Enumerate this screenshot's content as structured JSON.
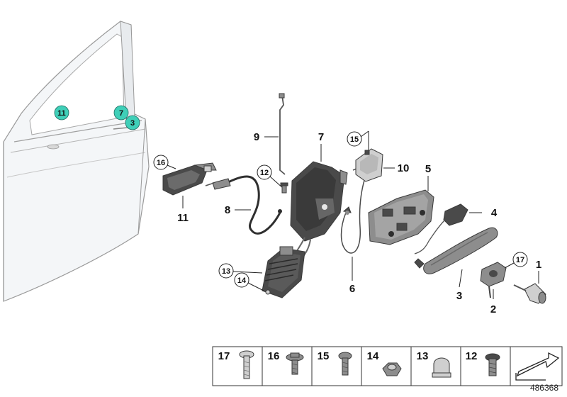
{
  "labels": {
    "door_11": "11",
    "door_7": "7",
    "door_3": "3",
    "part_16": "16",
    "part_11": "11",
    "part_12": "12",
    "part_8": "8",
    "part_9": "9",
    "part_7": "7",
    "part_15": "15",
    "part_10": "10",
    "part_5": "5",
    "part_4": "4",
    "part_13": "13",
    "part_14": "14",
    "part_6": "6",
    "part_17": "17",
    "part_1": "1",
    "part_3": "3",
    "part_2": "2"
  },
  "legend": [
    {
      "num": "17",
      "icon": "long-screw-icon"
    },
    {
      "num": "16",
      "icon": "flange-screw-icon"
    },
    {
      "num": "15",
      "icon": "short-screw-icon"
    },
    {
      "num": "14",
      "icon": "hex-nut-icon"
    },
    {
      "num": "13",
      "icon": "cap-nut-icon"
    },
    {
      "num": "12",
      "icon": "torx-screw-icon"
    }
  ],
  "doc_id": "486368",
  "colors": {
    "highlight_circle": "#3fcfb8",
    "part_dark": "#4a4a4a",
    "door_outline": "#9a9a9a"
  }
}
